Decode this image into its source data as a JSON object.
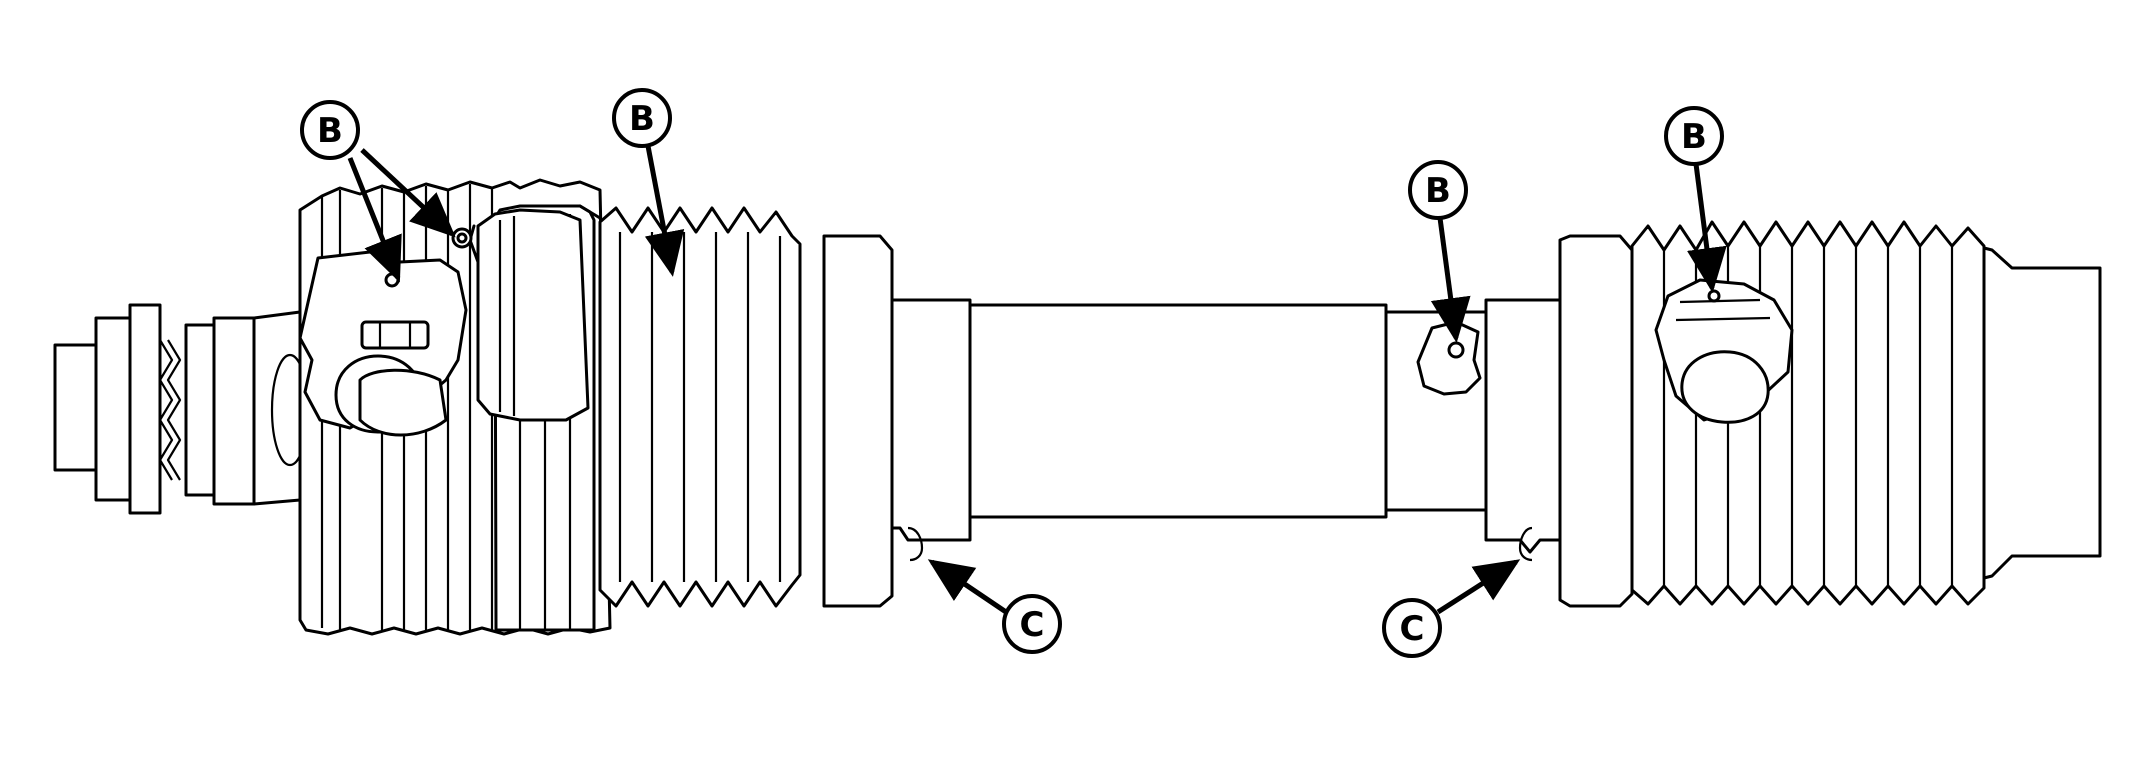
{
  "callouts": [
    {
      "id": "B1",
      "letter": "B"
    },
    {
      "id": "B2",
      "letter": "B"
    },
    {
      "id": "B3",
      "letter": "B"
    },
    {
      "id": "B4",
      "letter": "B"
    },
    {
      "id": "C1",
      "letter": "C"
    },
    {
      "id": "C2",
      "letter": "C"
    }
  ],
  "colors": {
    "line": "#000000",
    "background": "#ffffff"
  }
}
